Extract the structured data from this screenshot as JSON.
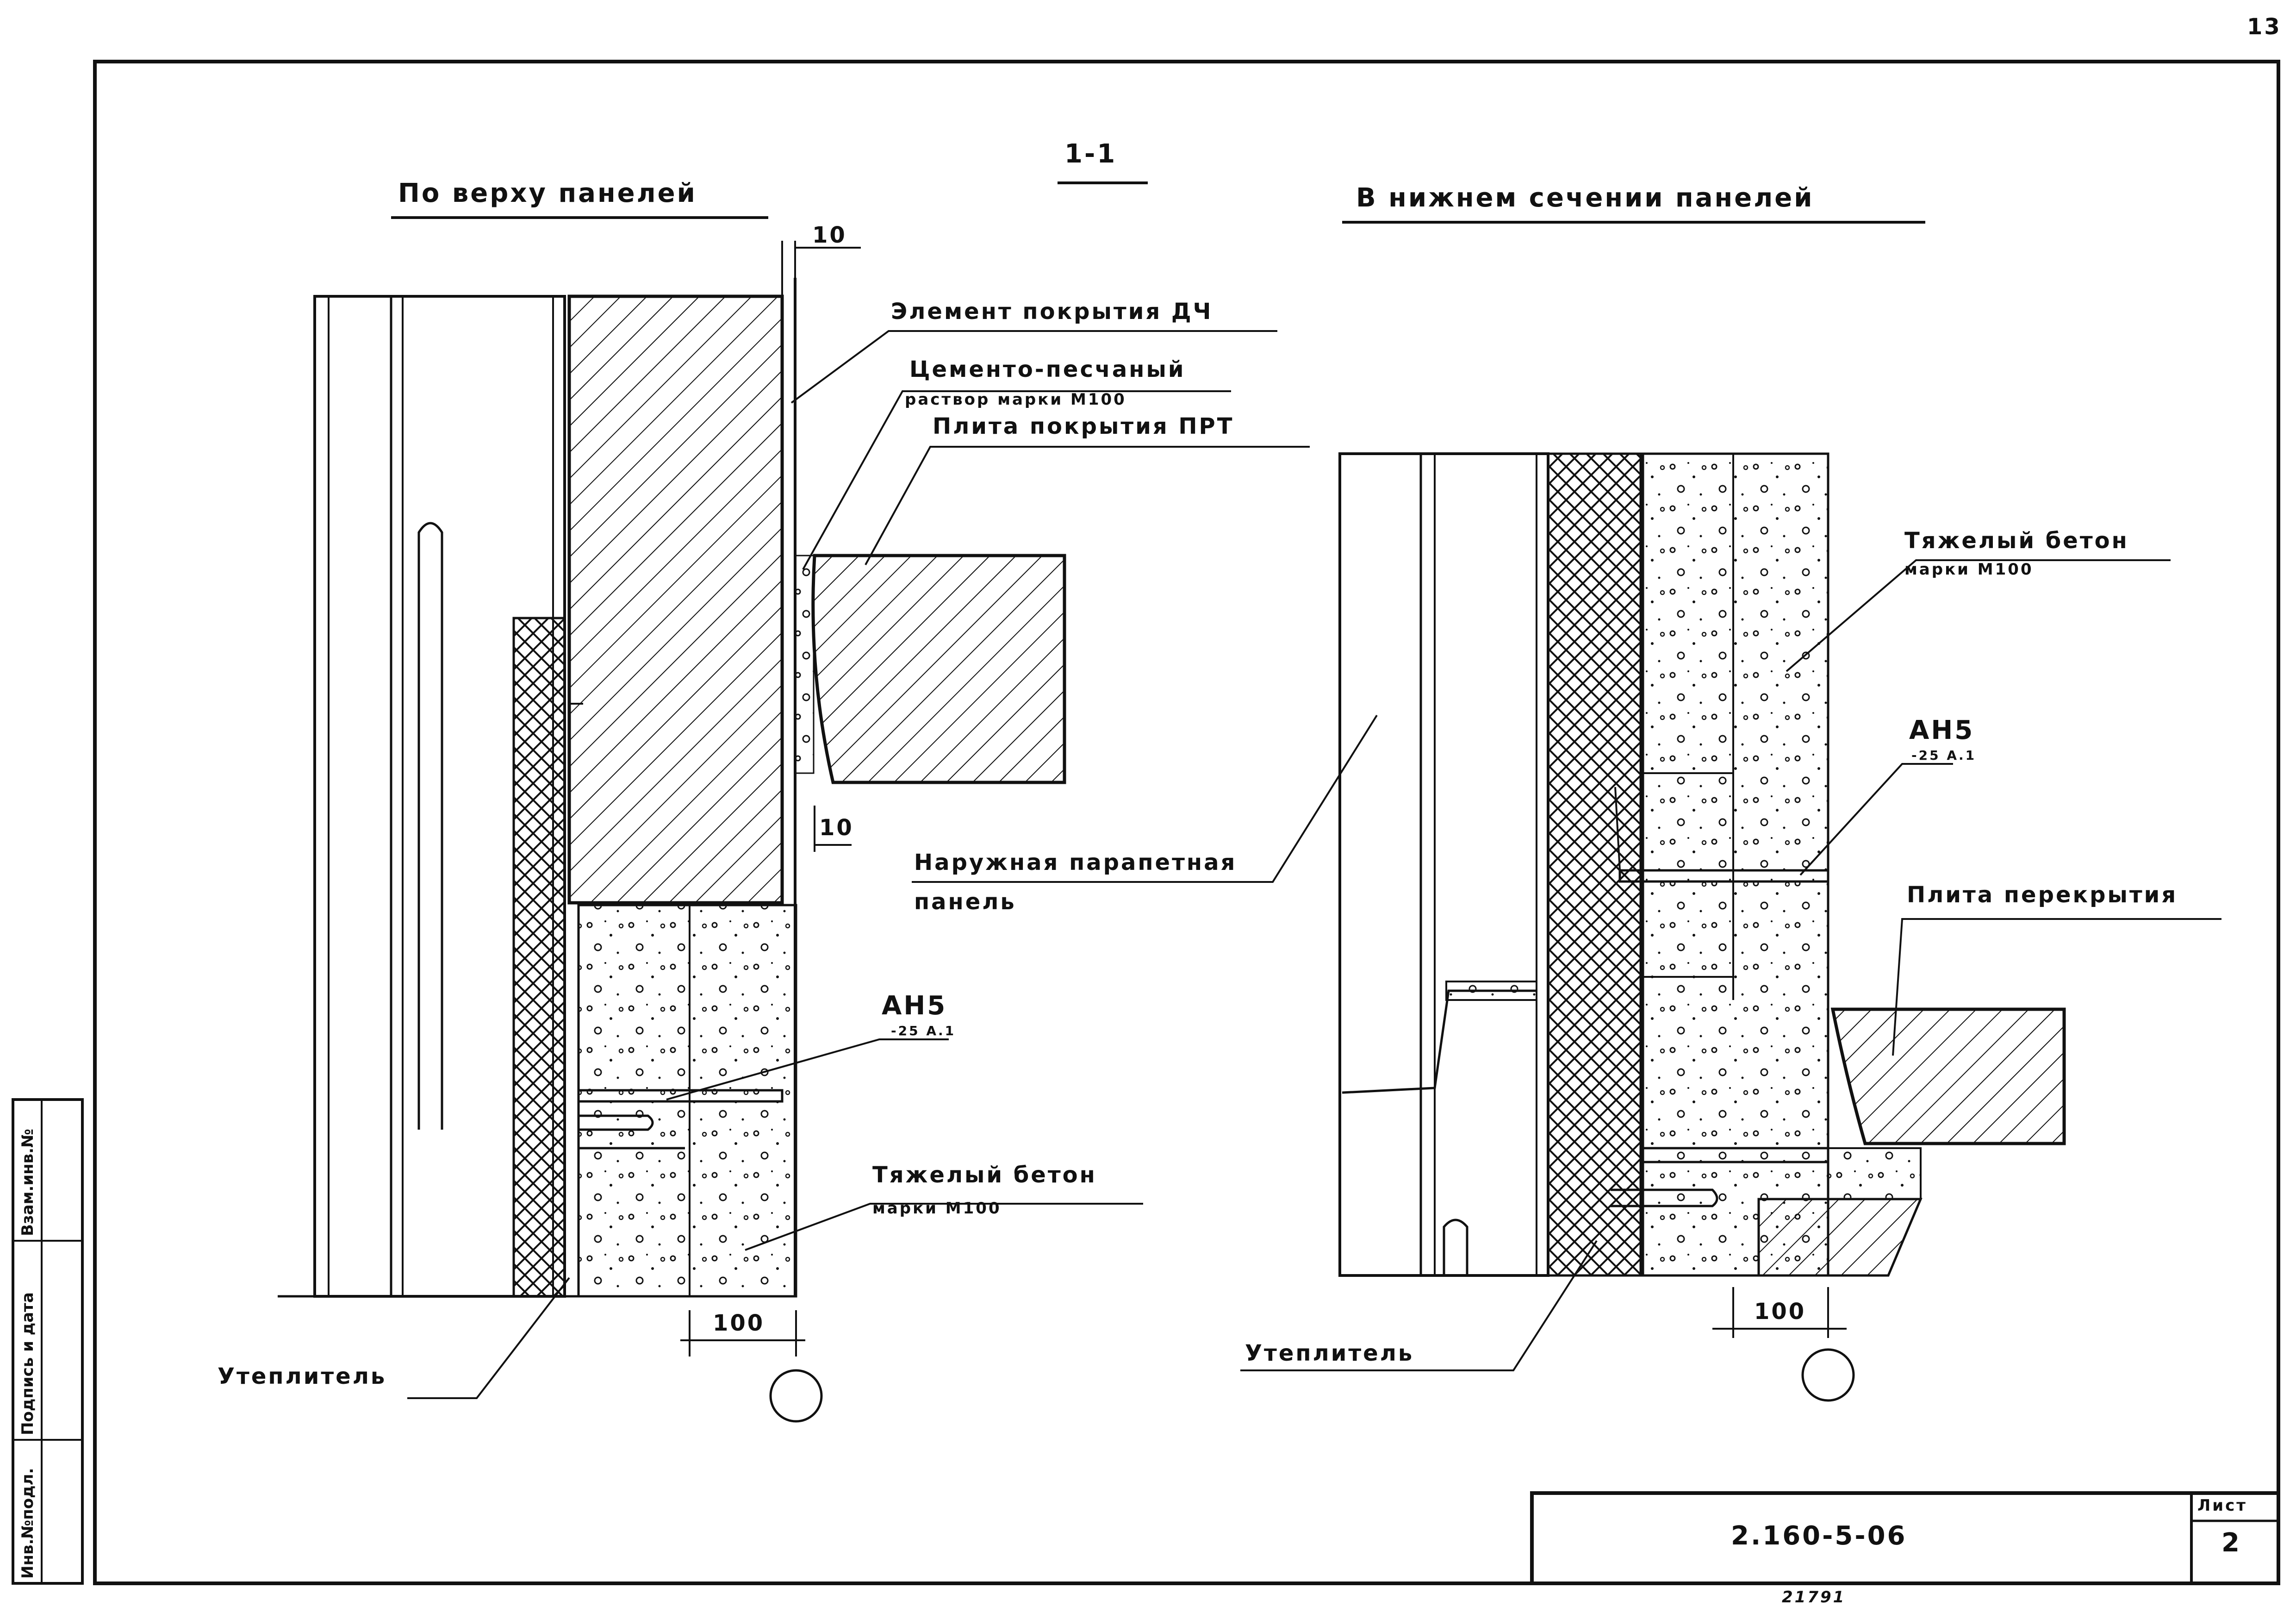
{
  "page_number": "13",
  "section_mark": "1-1",
  "left_view_title": "По верху панелей",
  "right_view_title": "В нижнем сечении панелей",
  "labels": {
    "element_dch": "Элемент покрытия ДЧ",
    "mortar_line1": "Цементо-песчаный",
    "mortar_line2": "раствор марки М100",
    "slab_prt": "Плита покрытия ПРТ",
    "parapet_line1": "Наружная парапетная",
    "parapet_line2": "панель",
    "anchor_left": "АН5",
    "anchor_left_sub": "-25 А.1",
    "concrete_left_line1": "Тяжелый бетон",
    "concrete_left_line2": "марки М100",
    "insulation_left": "Утеплитель",
    "concrete_right_line1": "Тяжелый бетон",
    "concrete_right_line2": "марки М100",
    "anchor_right": "АН5",
    "anchor_right_sub": "-25 А.1",
    "floor_slab": "Плита перекрытия",
    "insulation_right": "Утеплитель"
  },
  "dimensions": {
    "top_gap": "10",
    "mid_gap": "10",
    "left_width": "100",
    "right_width": "100"
  },
  "side_stamp": {
    "field1": "Инв.№подл.",
    "field2": "Подпись и дата",
    "field3": "Взам.инв.№"
  },
  "title_block": {
    "code": "2.160-5-06",
    "sheet_label": "Лист",
    "sheet_number": "2"
  },
  "footer_number": "21791",
  "colors": {
    "ink": "#111111",
    "paper": "#ffffff"
  }
}
